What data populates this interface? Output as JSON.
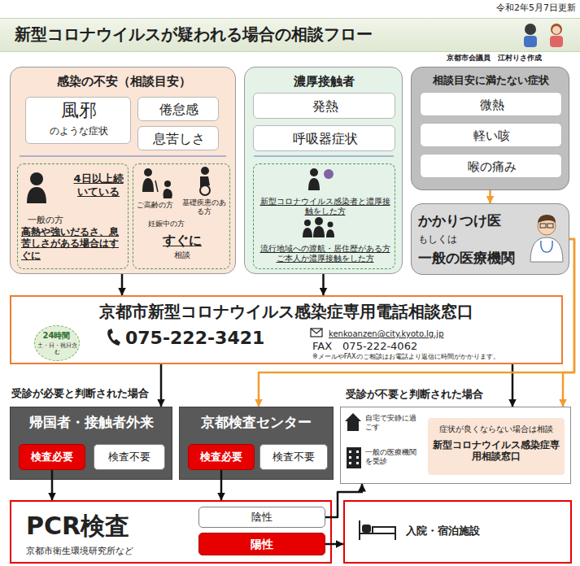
{
  "diagram": {
    "title": "新型コロナウイルスが疑われる場合の相談フロー",
    "nodes": [
      {
        "text": [
          "感染の不安（相談目安）"
        ]
      },
      {
        "text": [
          "風邪",
          "のような症状"
        ],
        "in": 0
      },
      {
        "text": [
          "倦怠感"
        ],
        "in": 0
      },
      {
        "text": [
          "息苦しさ"
        ],
        "in": 0
      },
      {
        "text": [
          "一般の方",
          "4日以上続いている",
          "高熱や強いだるさ、息苦しさがある場合はすぐに"
        ],
        "in": 0
      },
      {
        "text": [
          "ご高齢の方",
          "基礎疾患のある方",
          "妊娠中の方",
          "すぐに",
          "相談"
        ],
        "in": 0
      },
      {
        "text": [
          "濃厚接触者"
        ]
      },
      {
        "text": [
          "発熱"
        ],
        "in": 6
      },
      {
        "text": [
          "呼吸器症状"
        ],
        "in": 6
      },
      {
        "text": [
          "新型コロナウイルス感染者と濃厚接触をした方",
          "流行地域への渡航・居住歴がある方ご本人か濃厚接触をした方"
        ],
        "in": 6
      },
      {
        "text": [
          "相談目安に満たない症状"
        ]
      },
      {
        "text": [
          "微熱"
        ],
        "in": 10
      },
      {
        "text": [
          "軽い咳"
        ],
        "in": 10
      },
      {
        "text": [
          "喉の痛み"
        ],
        "in": 10
      },
      {
        "text": [
          "かかりつけ医",
          "もしくは",
          "一般の医療機関"
        ]
      },
      {
        "text": [
          "京都市新型コロナウイルス感染症専用電話相談窓口",
          "075-222-3421",
          "kenkoanzen@city.kyoto.lg.jp",
          "FAX　075-222-4062",
          "※メールやFAXのご相談はお電話より返信に時間がかかります。"
        ]
      },
      {
        "text": [
          "24時間",
          "土・日・祝日含む"
        ],
        "in": 15
      },
      {
        "text": [
          "帰国者・接触者外来"
        ]
      },
      {
        "text": [
          "検査必要"
        ],
        "in": 17
      },
      {
        "text": [
          "検査不要"
        ],
        "in": 17
      },
      {
        "text": [
          "京都検査センター"
        ]
      },
      {
        "text": [
          "検査必要"
        ],
        "in": 20
      },
      {
        "text": [
          "検査不要"
        ],
        "in": 20
      },
      {
        "text": [
          "受診が不要と判断された場合",
          "自宅で安静に過ごす",
          "一般の医療機関を受診"
        ]
      },
      {
        "text": [
          "症状が良くならない場合は相談",
          "新型コロナウイルス感染症専用相談窓口"
        ],
        "in": 23
      },
      {
        "text": [
          "PCR検査",
          "京都市衛生環境研究所など"
        ]
      },
      {
        "text": [
          "陰性"
        ],
        "in": 25
      },
      {
        "text": [
          "陽性"
        ],
        "in": 25
      },
      {
        "text": [
          "入院・宿泊施設"
        ]
      }
    ],
    "edges": [
      {
        "from": 0,
        "to": 15,
        "arrow": "to"
      },
      {
        "from": 6,
        "to": 15,
        "arrow": "to"
      },
      {
        "from": 10,
        "to": 14,
        "arrow": "to"
      },
      {
        "from": 15,
        "to": 17,
        "arrow": "to"
      },
      {
        "from": 15,
        "to": 23,
        "arrow": "to"
      },
      {
        "from": 14,
        "to": 20,
        "arrow": "to"
      },
      {
        "from": 14,
        "to": 23,
        "arrow": "to"
      },
      {
        "from": 18,
        "to": 25,
        "arrow": "to"
      },
      {
        "from": 21,
        "to": 25,
        "arrow": "to"
      },
      {
        "from": 26,
        "to": 23,
        "arrow": "to"
      },
      {
        "from": 27,
        "to": 28,
        "arrow": "to"
      }
    ],
    "labels": [
      "令和2年5月7日更新",
      "京都市会議員　江村りさ作成",
      "受診が必要と判断された場合"
    ]
  }
}
